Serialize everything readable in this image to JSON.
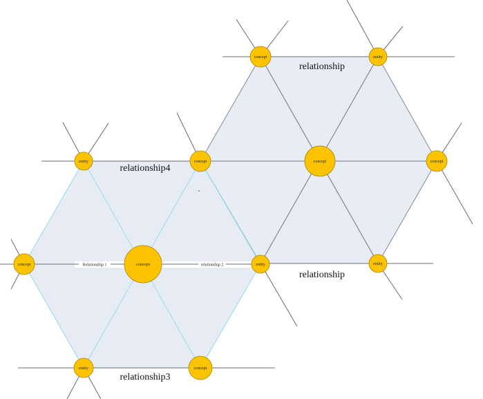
{
  "colors": {
    "node_fill": "#fcc400",
    "left_hex_fill": "#e6ebf4",
    "left_hex_edge": "#8fdaf0",
    "right_hex_fill": "#e8ecf4",
    "right_hex_edge": "#7f8896"
  },
  "left_hexagon": {
    "center_label": "concept",
    "vertex_labels": {
      "top_left": "entity",
      "top_right": "concept",
      "right": "entity",
      "bottom_right": "concept",
      "bottom_left": "entity",
      "left": "concept"
    },
    "edge_titles": {
      "top": "relationship4",
      "bottom": "relationship3"
    },
    "spoke_labels": {
      "left": "Relationship 1",
      "right": "relationship 2"
    }
  },
  "right_hexagon": {
    "center_label": "concept",
    "vertex_labels": {
      "top_left": "concept",
      "top_right": "entity",
      "right": "concept",
      "bottom_right": "entity"
    },
    "edge_titles": {
      "top": "relationship",
      "bottom": "relationship"
    }
  }
}
